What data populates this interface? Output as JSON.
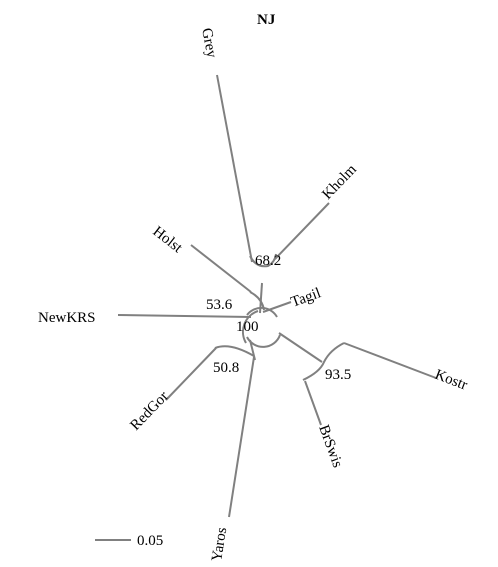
{
  "title": "NJ",
  "branch_color": "#808080",
  "taxa": {
    "grey": "Grey",
    "kholm": "Kholm",
    "holst": "Holst",
    "tagil": "Tagil",
    "newkrs": "NewKRS",
    "kostr": "Kostr",
    "brswis": "BrSwis",
    "redgor": "RedGor",
    "yaros": "Yaros"
  },
  "bootstrap": {
    "grey_kholm": "68.2",
    "holst_node": "53.6",
    "root": "100",
    "kostr_brswis": "93.5",
    "redgor_yaros": "50.8"
  },
  "scale_bar": {
    "label": "0.05"
  }
}
